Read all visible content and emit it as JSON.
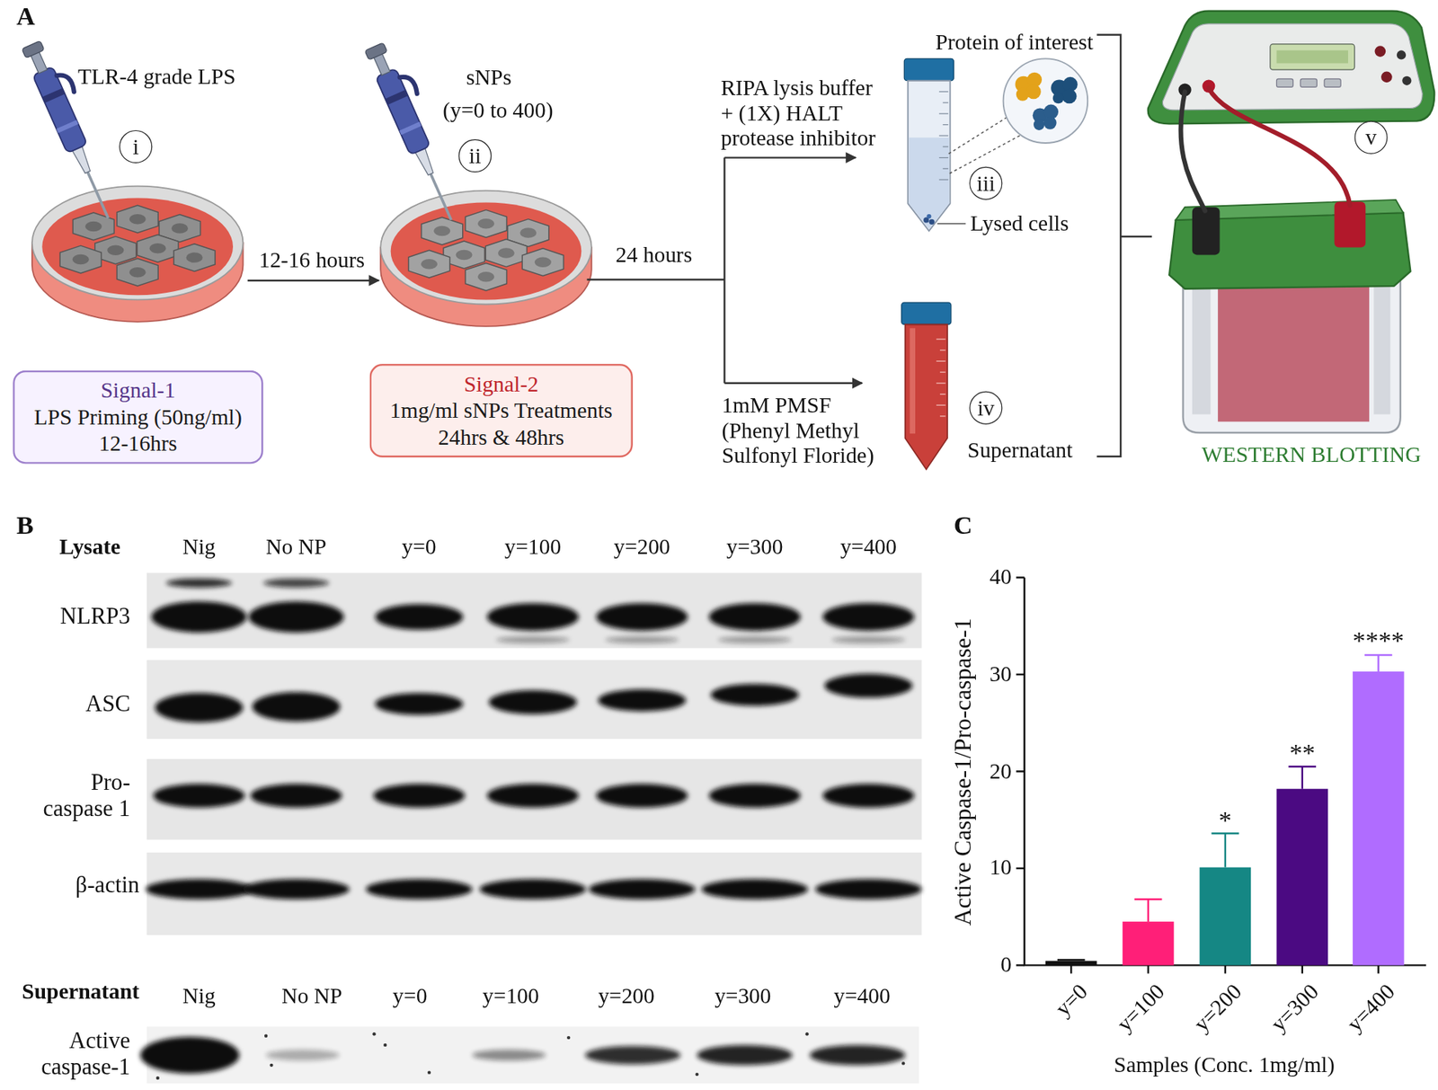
{
  "diagram": {
    "nodes": [
      {
        "text": [
          "i"
        ]
      },
      {
        "text": [
          "ii"
        ]
      },
      {
        "text": [
          "iii"
        ]
      },
      {
        "text": [
          "iv"
        ]
      },
      {
        "text": [
          "v"
        ]
      },
      {
        "text": [
          "Signal-1",
          "LPS Priming (50ng/ml) 12-16hrs"
        ]
      },
      {
        "text": [
          "Signal-2",
          "1mg/ml sNPs Treatments 24hrs & 48hrs"
        ]
      }
    ],
    "labels": [
      "A",
      "TLR-4 grade LPS",
      "sNPs",
      "(y=0 to 400)",
      "Protein of interest",
      "RIPA lysis buffer + (1X) HALT protease inhibitor",
      "12-16 hours",
      "24 hours",
      "Lysed cells",
      "1mM PMSF (Phenyl Methyl Sulfonyl Floride)",
      "Supernatant",
      "WESTERN BLOTTING",
      "B",
      "Lysate",
      "Nig",
      "No NP",
      "y=0",
      "y=100",
      "y=200",
      "y=300",
      "y=400",
      "NLRP3",
      "ASC",
      "Pro- caspase 1",
      "β-actin",
      "Supernatant",
      "Nig",
      "No NP",
      "y=0",
      "y=100",
      "y=200",
      "y=300",
      "y=400",
      "Active caspase-1",
      "C",
      "40",
      "30",
      "20",
      "10",
      "0",
      "Active Caspase-1/Pro-caspase-1",
      "****",
      "**",
      "*",
      "y=0",
      "y=100",
      "y=200",
      "y=300",
      "y=400",
      "Samples (Conc. 1mg/ml)"
    ]
  }
}
